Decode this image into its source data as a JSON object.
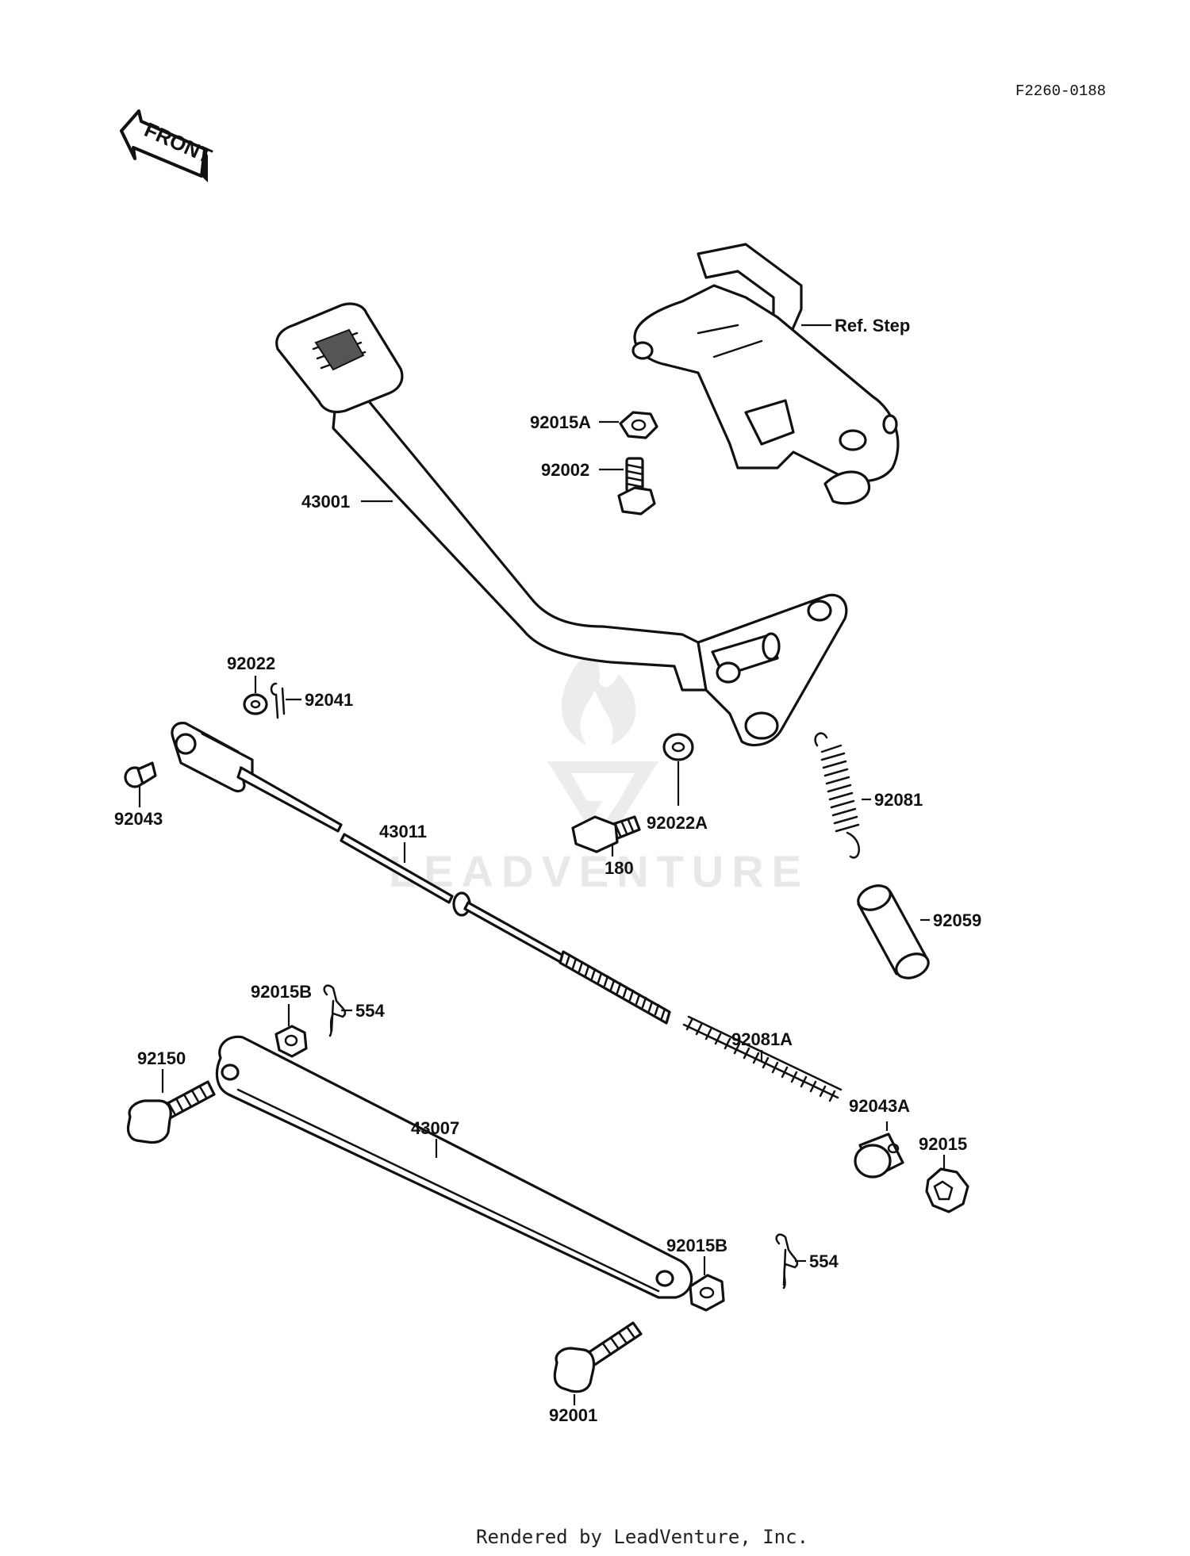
{
  "drawing_code": "F2260-0188",
  "front_indicator": "FRONT",
  "watermark": "LEADVENTURE",
  "footer": "Rendered by LeadVenture, Inc.",
  "labels": {
    "ref_step": "Ref. Step",
    "p92015A": "92015A",
    "p92002": "92002",
    "p43001": "43001",
    "p92022": "92022",
    "p92041": "92041",
    "p92043": "92043",
    "p43011": "43011",
    "p180": "180",
    "p92022A": "92022A",
    "p92081": "92081",
    "p92059": "92059",
    "p92015B_top": "92015B",
    "p554_top": "554",
    "p92150": "92150",
    "p92081A": "92081A",
    "p43007": "43007",
    "p92043A": "92043A",
    "p92015": "92015",
    "p92015B_bottom": "92015B",
    "p554_bottom": "554",
    "p92001": "92001"
  }
}
